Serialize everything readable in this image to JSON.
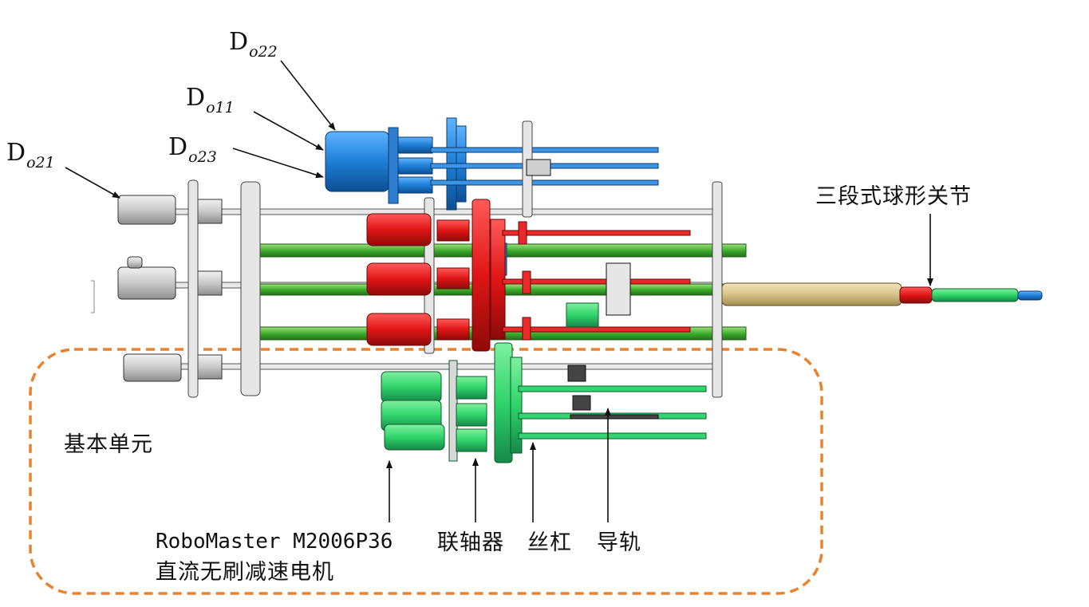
{
  "labels": {
    "do22": {
      "main": "D",
      "sub": "o22"
    },
    "do11": {
      "main": "D",
      "sub": "o11"
    },
    "do23": {
      "main": "D",
      "sub": "o23"
    },
    "do21": {
      "main": "D",
      "sub": "o21"
    },
    "joint": "三段式球形关节",
    "basic_unit": "基本单元",
    "motor_line1": "RoboMaster M2006P36",
    "motor_line2": "直流无刷减速电机",
    "coupling": "联轴器",
    "lead_screw": "丝杠",
    "guide_rail": "导轨"
  },
  "colors": {
    "blue": "#1e7fd6",
    "red": "#e21818",
    "green": "#2fd46a",
    "dark_green": "#2a9a3a",
    "gray": "#d6d6d6",
    "dashed_box": "#e8822f",
    "tan": "#d9c28a"
  }
}
